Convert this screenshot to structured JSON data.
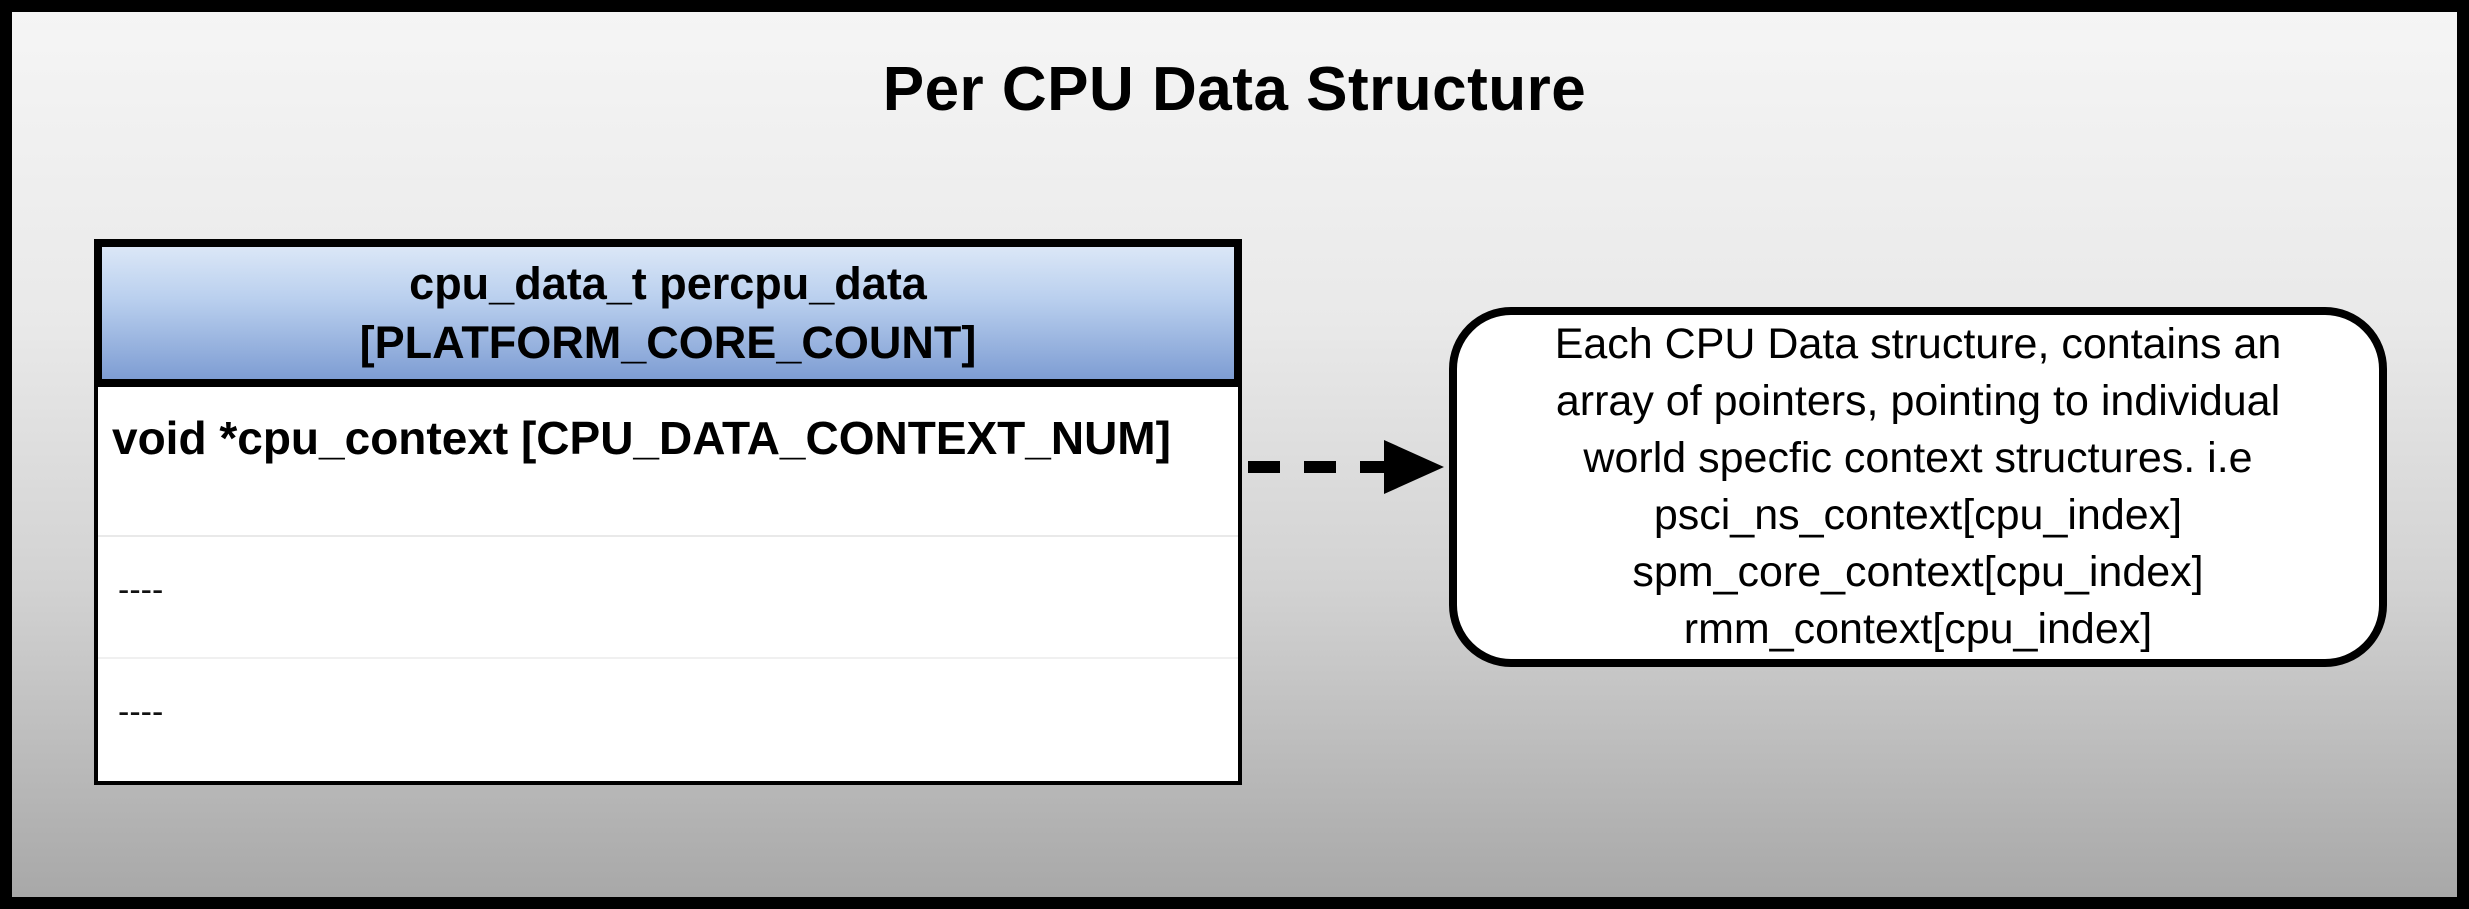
{
  "title": "Per CPU Data Structure",
  "table": {
    "header_line1": "cpu_data_t percpu_data",
    "header_line2": "[PLATFORM_CORE_COUNT]",
    "rows": [
      {
        "text": "void *cpu_context [CPU_DATA_CONTEXT_NUM]"
      },
      {
        "text": "----"
      },
      {
        "text": "----"
      }
    ]
  },
  "callout": {
    "lines": [
      "Each CPU Data structure, contains an",
      "array of pointers, pointing to individual",
      "world specfic context structures. i.e",
      "psci_ns_context[cpu_index]",
      "spm_core_context[cpu_index]",
      "rmm_context[cpu_index]"
    ]
  },
  "colors": {
    "header_gradient_top": "#dbe7f7",
    "header_gradient_bottom": "#7e9dd3",
    "background_top": "#f5f5f5",
    "background_bottom": "#a8a8a8",
    "border": "#000000"
  }
}
